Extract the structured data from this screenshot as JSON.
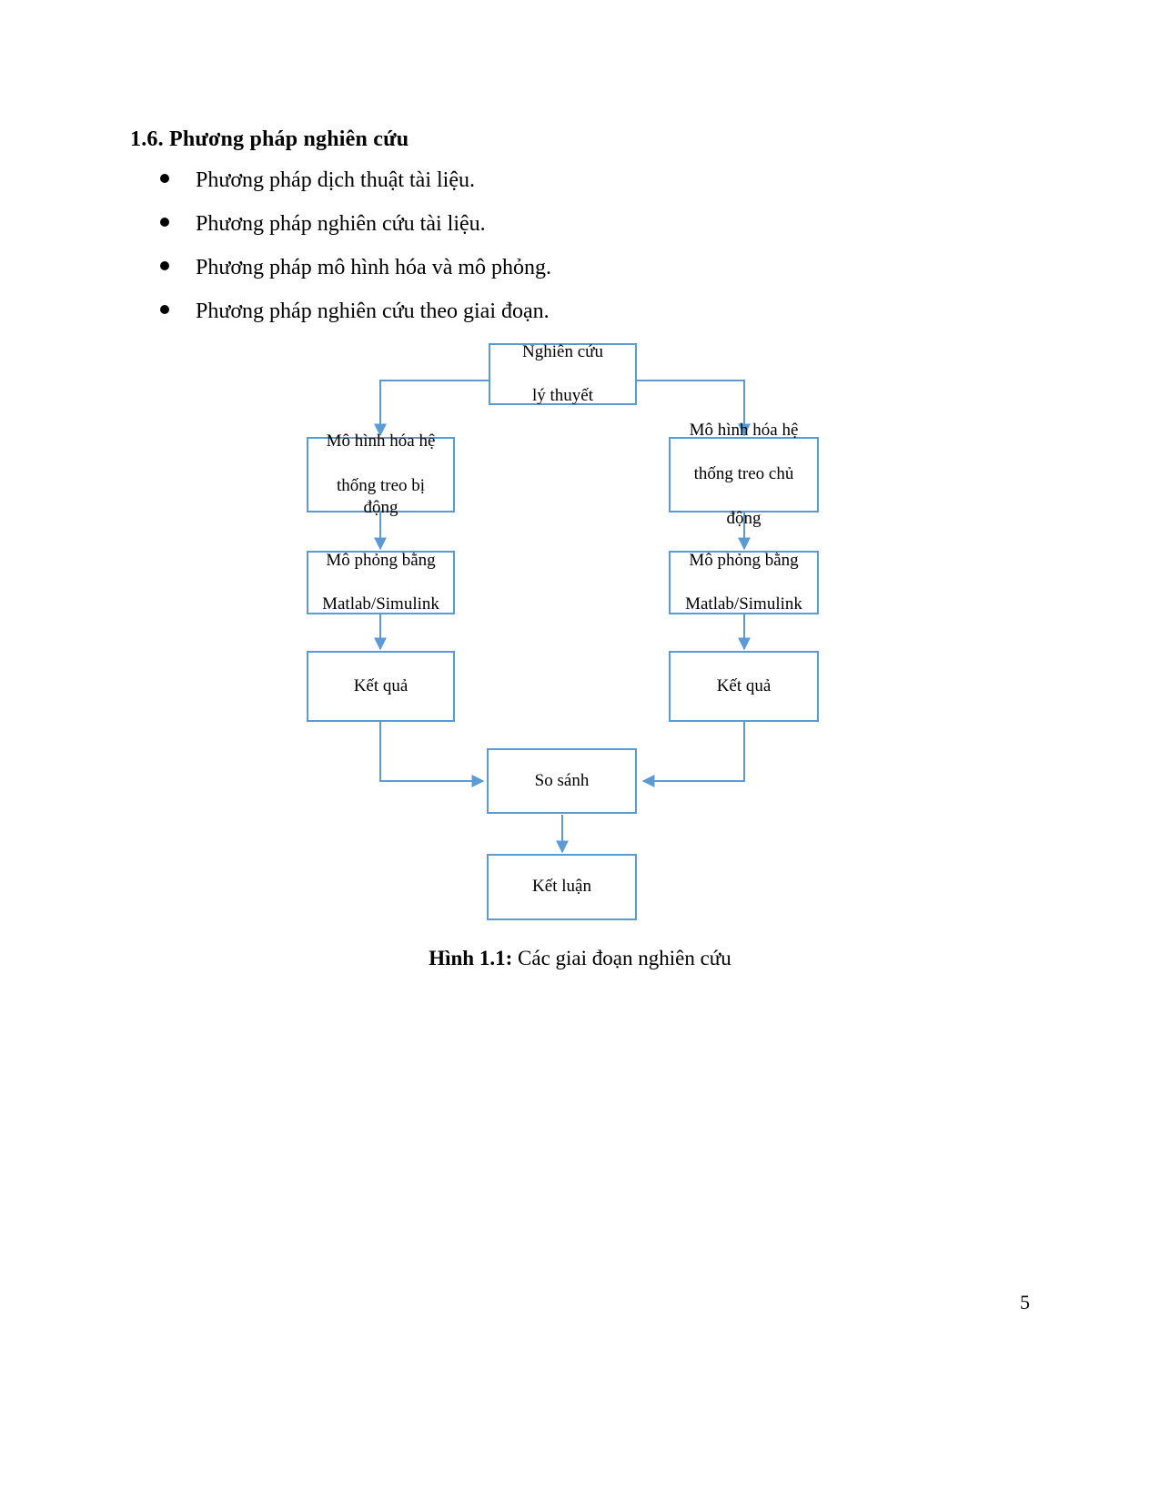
{
  "section": {
    "heading": "1.6. Phương pháp nghiên cứu",
    "bullets": [
      "Phương pháp dịch thuật tài liệu.",
      "Phương pháp nghiên cứu tài liệu.",
      "Phương pháp mô hình hóa và mô phỏng.",
      "Phương pháp nghiên cứu theo giai đoạn."
    ]
  },
  "figure": {
    "caption_label": "Hình 1.1:",
    "caption_text": "Các giai đoạn nghiên cứu",
    "colors": {
      "node_border": "#5b9bd5",
      "connector": "#5b9bd5",
      "node_fill": "#ffffff",
      "text": "#000000"
    },
    "nodes": {
      "theory": "Nghiên cứu\nlý thuyết",
      "theory_line1": "Nghiên cứu",
      "theory_line2": "lý thuyết",
      "passive_model_line1": "Mô hình hóa hệ",
      "passive_model_line2": "thống treo bị động",
      "active_model_line1": "Mô hình hóa hệ",
      "active_model_line2": "thống treo chủ",
      "active_model_line3": "động",
      "sim_left_line1": "Mô phỏng bằng",
      "sim_left_line2": "Matlab/Simulink",
      "sim_right_line1": "Mô phỏng bằng",
      "sim_right_line2": "Matlab/Simulink",
      "result_left": "Kết quả",
      "result_right": "Kết quả",
      "compare": "So sánh",
      "conclusion": "Kết luận"
    }
  },
  "footer": {
    "page_number": "5"
  }
}
